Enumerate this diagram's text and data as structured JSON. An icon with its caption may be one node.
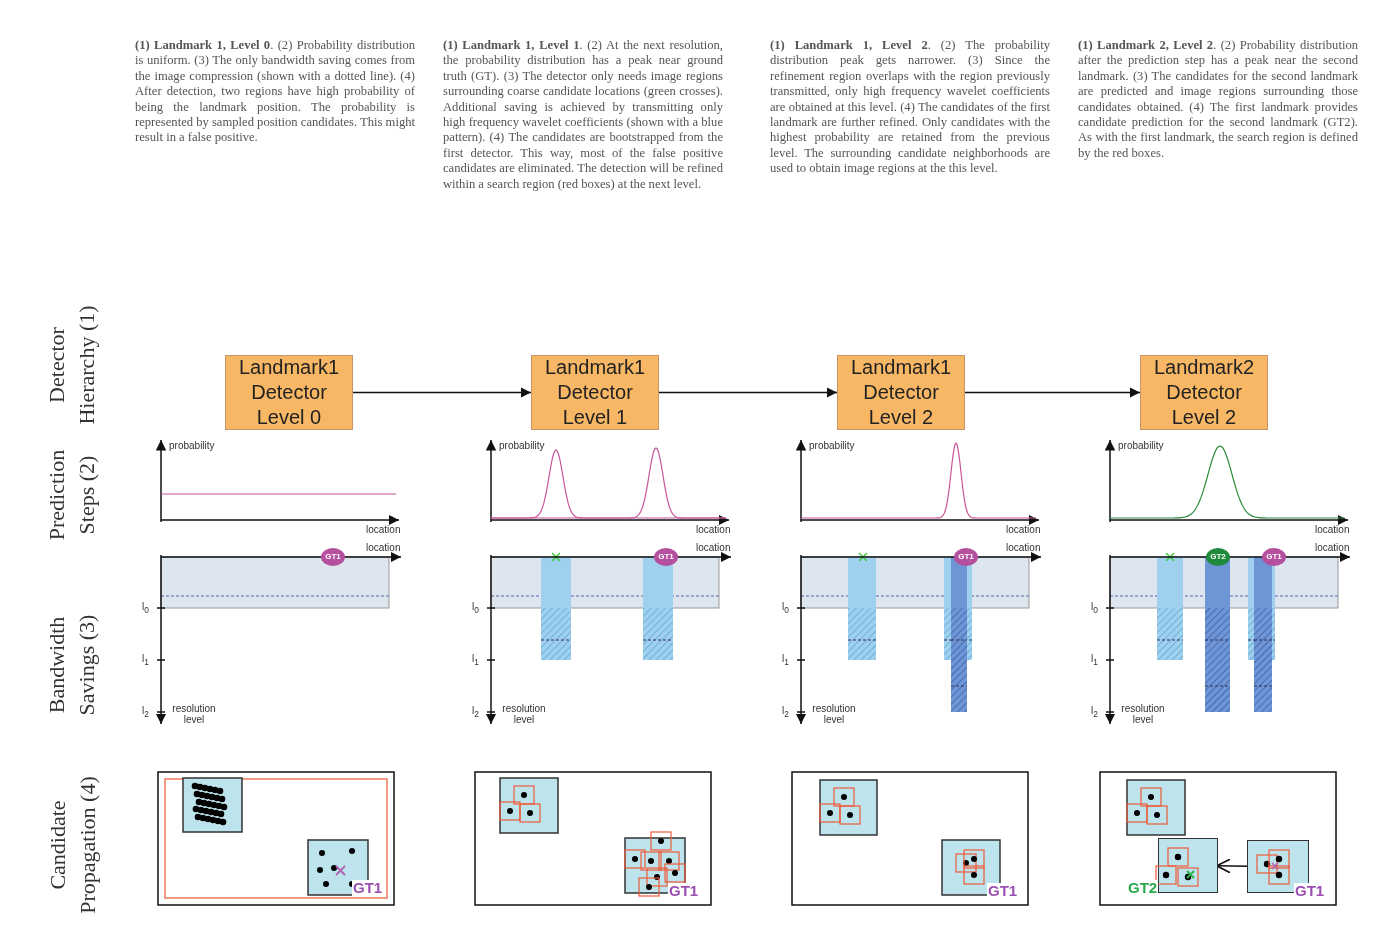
{
  "diagram": {
    "nodes": [
      {
        "text": [
          "Landmark1 Detector Level 0"
        ]
      },
      {
        "text": [
          "Landmark1 Detector Level 1"
        ]
      },
      {
        "text": [
          "Landmark1 Detector Level 2"
        ]
      },
      {
        "text": [
          "Landmark2 Detector Level 2"
        ]
      },
      {
        "text": [],
        "shape": "box",
        "beside": [
          "GT2"
        ]
      },
      {
        "text": [],
        "shape": "box",
        "beside": [
          "GT1"
        ]
      }
    ],
    "edges": [
      {
        "from": 0,
        "to": 1,
        "arrow": "to"
      },
      {
        "from": 1,
        "to": 2,
        "arrow": "to"
      },
      {
        "from": 2,
        "to": 3,
        "arrow": "to"
      },
      {
        "from": 5,
        "to": 4,
        "arrow": "to"
      }
    ],
    "labels": [
      "**(1) Landmark 1, Level 0**. (2) Probability distribution is uniform. (3) The only bandwidth saving comes from the image compression (shown with a dotted line). (4) After detection, two regions have high probability of being the landmark position. The probability is represented by sampled position candidates. This might result in a false positive.",
      "**(1) Landmark 1, Level 1**. (2) At the next resolution, the probability distribution has a peak near ground truth (GT). (3) The detector only needs image regions surrounding coarse candidate locations (green crosses). Additional saving is achieved by transmitting only high frequency wavelet coefficients (shown with a blue pattern). (4) The candidates are bootstrapped from the first detector. This way, most of the false positive candidates are eliminated. The detection will be refined within a search region (red boxes) at the next level.",
      "**(1) Landmark 1, Level 2**. (2) The probability distribution peak gets narrower. (3) Since the refinement region overlaps with the region previously transmitted, only high frequency wavelet coefficients are obtained at this level. (4) The candidates of the first landmark are further refined. Only candidates with the highest probability are retained from the previous level. The surrounding candidate neighborhoods are used to obtain image regions at the this level.",
      "**(1) Landmark 2, Level 2**. (2) Probability distribution after the prediction step has a peak near the second landmark. (3) The candidates for the second landmark are predicted and image regions surrounding those candidates obtained. (4) The first landmark provides candidate prediction for the second landmark (GT2). As with the first landmark, the search region is defined by the red boxes.",
      "Detector Hierarchy (1)",
      "Prediction Steps (2)",
      "Bandwidth Savings (3)",
      "Candidate Propagation (4)",
      "probability",
      "location",
      "location",
      "GT1",
      "l$_{0}$",
      "l$_{1}$",
      "l$_{2}$",
      "resolution level",
      "GT1",
      "probability",
      "location",
      "location",
      "GT1",
      "l$_{0}$",
      "l$_{1}$",
      "l$_{2}$",
      "resolution level",
      "GT1",
      "probability",
      "location",
      "location",
      "GT1",
      "l$_{0}$",
      "l$_{1}$",
      "l$_{2}$",
      "resolution level",
      "GT1",
      "probability",
      "location",
      "location",
      "GT2",
      "GT1",
      "l$_{0}$",
      "l$_{1}$",
      "l$_{2}$",
      "resolution level"
    ]
  }
}
